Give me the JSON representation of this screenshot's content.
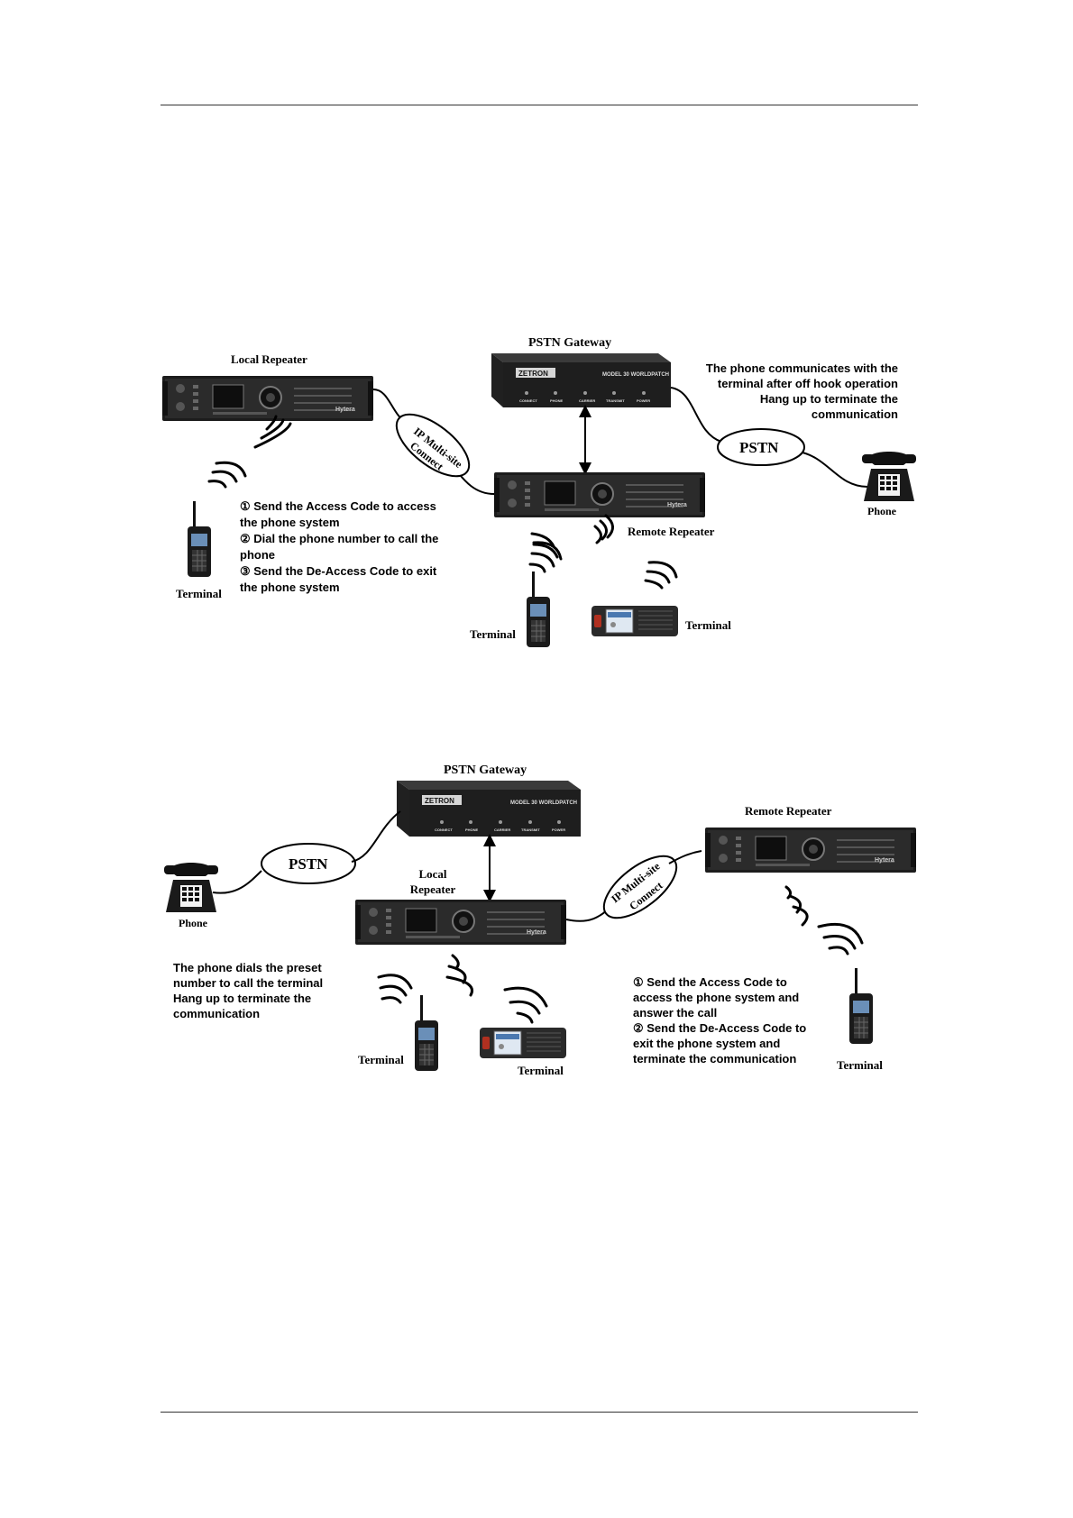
{
  "diagram1": {
    "local_repeater": "Local Repeater",
    "pstn_gateway": "PSTN Gateway",
    "gateway_brand": "ZETRON",
    "gateway_model": "MODEL 30 WORLDPATCH",
    "gateway_leds": [
      "CONNECT",
      "PHONE",
      "CARRIER",
      "TRANSMIT",
      "POWER"
    ],
    "repeater_brand": "Hytera",
    "ip_link": [
      "IP Multi-site",
      "Connect"
    ],
    "pstn": "PSTN",
    "phone": "Phone",
    "remote_repeater": "Remote Repeater",
    "phone_note": [
      "The phone communicates with the",
      "terminal after off hook operation",
      "Hang up to terminate the",
      "communication"
    ],
    "steps": [
      "① Send the Access Code to  access",
      "the phone system",
      "② Dial the phone number to call the",
      "phone",
      "③ Send the De-Access Code to exit",
      "the phone system"
    ],
    "terminal_left": "Terminal",
    "terminal_center": "Terminal",
    "terminal_mobile": "Terminal"
  },
  "diagram2": {
    "pstn_gateway": "PSTN Gateway",
    "gateway_brand": "ZETRON",
    "gateway_model": "MODEL 30 WORLDPATCH",
    "gateway_leds": [
      "CONNECT",
      "PHONE",
      "CARRIER",
      "TRANSMIT",
      "POWER"
    ],
    "repeater_brand": "Hytera",
    "pstn": "PSTN",
    "phone": "Phone",
    "local_repeater": [
      "Local",
      "Repeater"
    ],
    "ip_link": [
      "IP Multi-site",
      "Connect"
    ],
    "remote_repeater": "Remote Repeater",
    "phone_note": [
      "The phone dials the preset",
      "number to call the terminal",
      "Hang up to terminate the",
      "communication"
    ],
    "steps": [
      "①  Send the Access Code to",
      "access the phone system and",
      "answer the call",
      "②  Send the De-Access Code to",
      "exit the  phone system and",
      "terminate the communication"
    ],
    "terminal_handheld": "Terminal",
    "terminal_mobile": "Terminal",
    "terminal_right": "Terminal"
  }
}
